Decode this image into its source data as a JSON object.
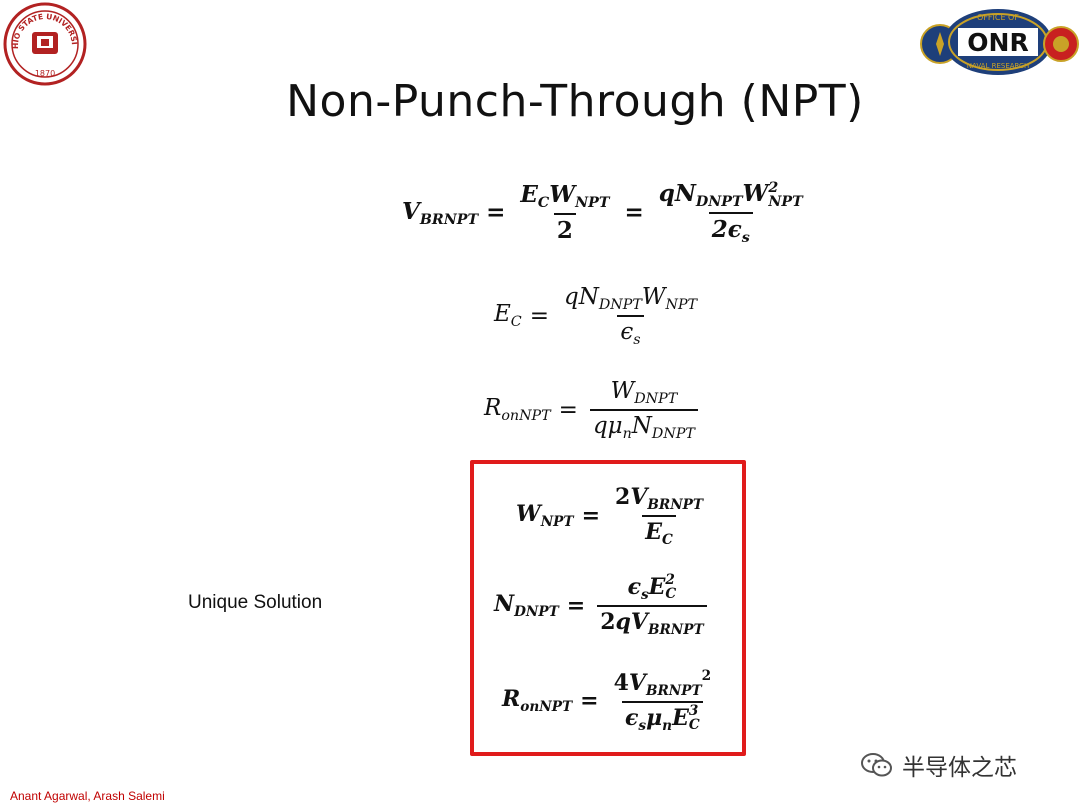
{
  "header": {
    "title": "Non-Punch-Through (NPT)"
  },
  "logos": {
    "left": {
      "icon": "ohio-state-university-seal-icon",
      "text_top": "OHIO STATE UNIVERSITY",
      "year": "1870",
      "color": "#b22222"
    },
    "right": {
      "icon": "office-of-naval-research-logo-icon",
      "text_top": "OFFICE OF",
      "text_mid": "ONR",
      "text_bottom": "NAVAL RESEARCH",
      "color": "#1e3f7a",
      "accent": "#c9a227"
    }
  },
  "equations": {
    "eq1": {
      "v": "V",
      "v_sub": "BRNPT",
      "n1": "E",
      "n1_sub": "C",
      "n2": "W",
      "n2_sub": "NPT",
      "d1": "2",
      "n3": "qN",
      "n3_sub": "DNPT",
      "n4": "W",
      "n4_sup": "2",
      "n4_sub": "NPT",
      "d2": "2ϵ",
      "d2_sub": "s"
    },
    "eq2": {
      "lhs": "E",
      "lhs_sub": "C",
      "n1": "qN",
      "n1_sub": "DNPT",
      "n2": "W",
      "n2_sub": "NPT",
      "den": "ϵ",
      "den_sub": "s"
    },
    "eq3": {
      "lhs": "R",
      "lhs_sub": "onNPT",
      "num": "W",
      "num_sub": "DNPT",
      "d1": "qμ",
      "d1_sub": "n",
      "d2": "N",
      "d2_sub": "DNPT"
    }
  },
  "solution": {
    "label": "Unique Solution",
    "eq4": {
      "lhs": "W",
      "lhs_sub": "NPT",
      "num_pre": "2",
      "num": "V",
      "num_sub": "BRNPT",
      "den": "E",
      "den_sub": "C"
    },
    "eq5": {
      "lhs": "N",
      "lhs_sub": "DNPT",
      "n1": "ϵ",
      "n1_sub": "s",
      "n2": "E",
      "n2_sup": "2",
      "n2_sub": "C",
      "d_pre": "2",
      "d1": "qV",
      "d1_sub": "BRNPT"
    },
    "eq6": {
      "lhs": "R",
      "lhs_sub": "onNPT",
      "num_pre": "4",
      "num": "V",
      "num_sub": "BRNPT",
      "num_sup": "2",
      "d1": "ϵ",
      "d1_sub": "s",
      "d2": "μ",
      "d2_sub": "n",
      "d3": "E",
      "d3_sup": "3",
      "d3_sub": "C"
    },
    "box_color": "#e01b1b"
  },
  "footer": {
    "authors": "Anant Agarwal, Arash Salemi",
    "authors_color": "#c00000",
    "watermark": "半导体之芯",
    "watermark_icon": "wechat-icon"
  }
}
